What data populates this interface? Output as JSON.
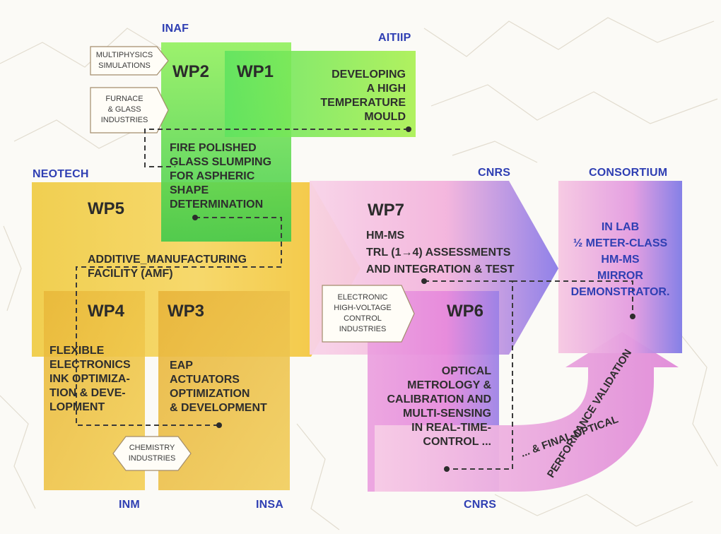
{
  "organizations": {
    "inaf": "INAF",
    "aitiip": "AITIIP",
    "neotech": "NEOTECH",
    "cnrs_top": "CNRS",
    "consortium": "CONSORTIUM",
    "inm": "INM",
    "insa": "INSA",
    "cnrs_bottom": "CNRS"
  },
  "work_packages": {
    "wp1": {
      "label": "WP1",
      "lines": [
        "DEVELOPING",
        "A HIGH",
        "TEMPERATURE",
        "MOULD"
      ]
    },
    "wp2": {
      "label": "WP2",
      "lines": [
        "FIRE POLISHED",
        "GLASS SLUMPING",
        "FOR ASPHERIC",
        "SHAPE",
        "DETERMINATION"
      ]
    },
    "wp3": {
      "label": "WP3",
      "lines": [
        "EAP",
        "ACTUATORS",
        "OPTIMIZATION",
        "& DEVELOPMENT"
      ]
    },
    "wp4": {
      "label": "WP4",
      "lines": [
        "FLEXIBLE",
        "ELECTRONICS",
        "INK OPTIMIZA-",
        "TION & DEVE-",
        "LOPMENT"
      ]
    },
    "wp5": {
      "label": "WP5",
      "lines": [
        "ADDITIVE_MANUFACTURING",
        "FACILITY (AMF)"
      ]
    },
    "wp6": {
      "label": "WP6",
      "lines": [
        "OPTICAL",
        "METROLOGY &",
        "CALIBRATION AND",
        "MULTI-SENSING",
        "IN REAL-TIME-",
        "CONTROL ..."
      ]
    },
    "wp7": {
      "label": "WP7",
      "lines": [
        "HM-MS",
        "TRL (1→4) ASSESSMENTS",
        "AND INTEGRATION & TEST"
      ]
    }
  },
  "consortium_box": {
    "lines": [
      "IN LAB",
      "½ METER-CLASS",
      "HM-MS",
      "MIRROR",
      "DEMONSTRATOR."
    ]
  },
  "final_validation": {
    "line1": "... & FINAL OPTICAL",
    "line2": "PERFORMANCE VALIDATION"
  },
  "industry_tags": {
    "multiphysics": [
      "MULTIPHYSICS",
      "SIMULATIONS"
    ],
    "furnace": [
      "FURNACE",
      "& GLASS",
      "INDUSTRIES"
    ],
    "electronic": [
      "ELECTRONIC",
      "HIGH-VOLTAGE",
      "CONTROL",
      "INDUSTRIES"
    ],
    "chemistry": [
      "CHEMISTRY",
      "INDUSTRIES"
    ]
  },
  "colors": {
    "green": "#5ee05e",
    "yellow": "#f2c640",
    "pink": "#f4bfe0",
    "magenta": "#e37fd6",
    "violet": "#8d7fe6",
    "label_blue": "#2f3fb3"
  }
}
